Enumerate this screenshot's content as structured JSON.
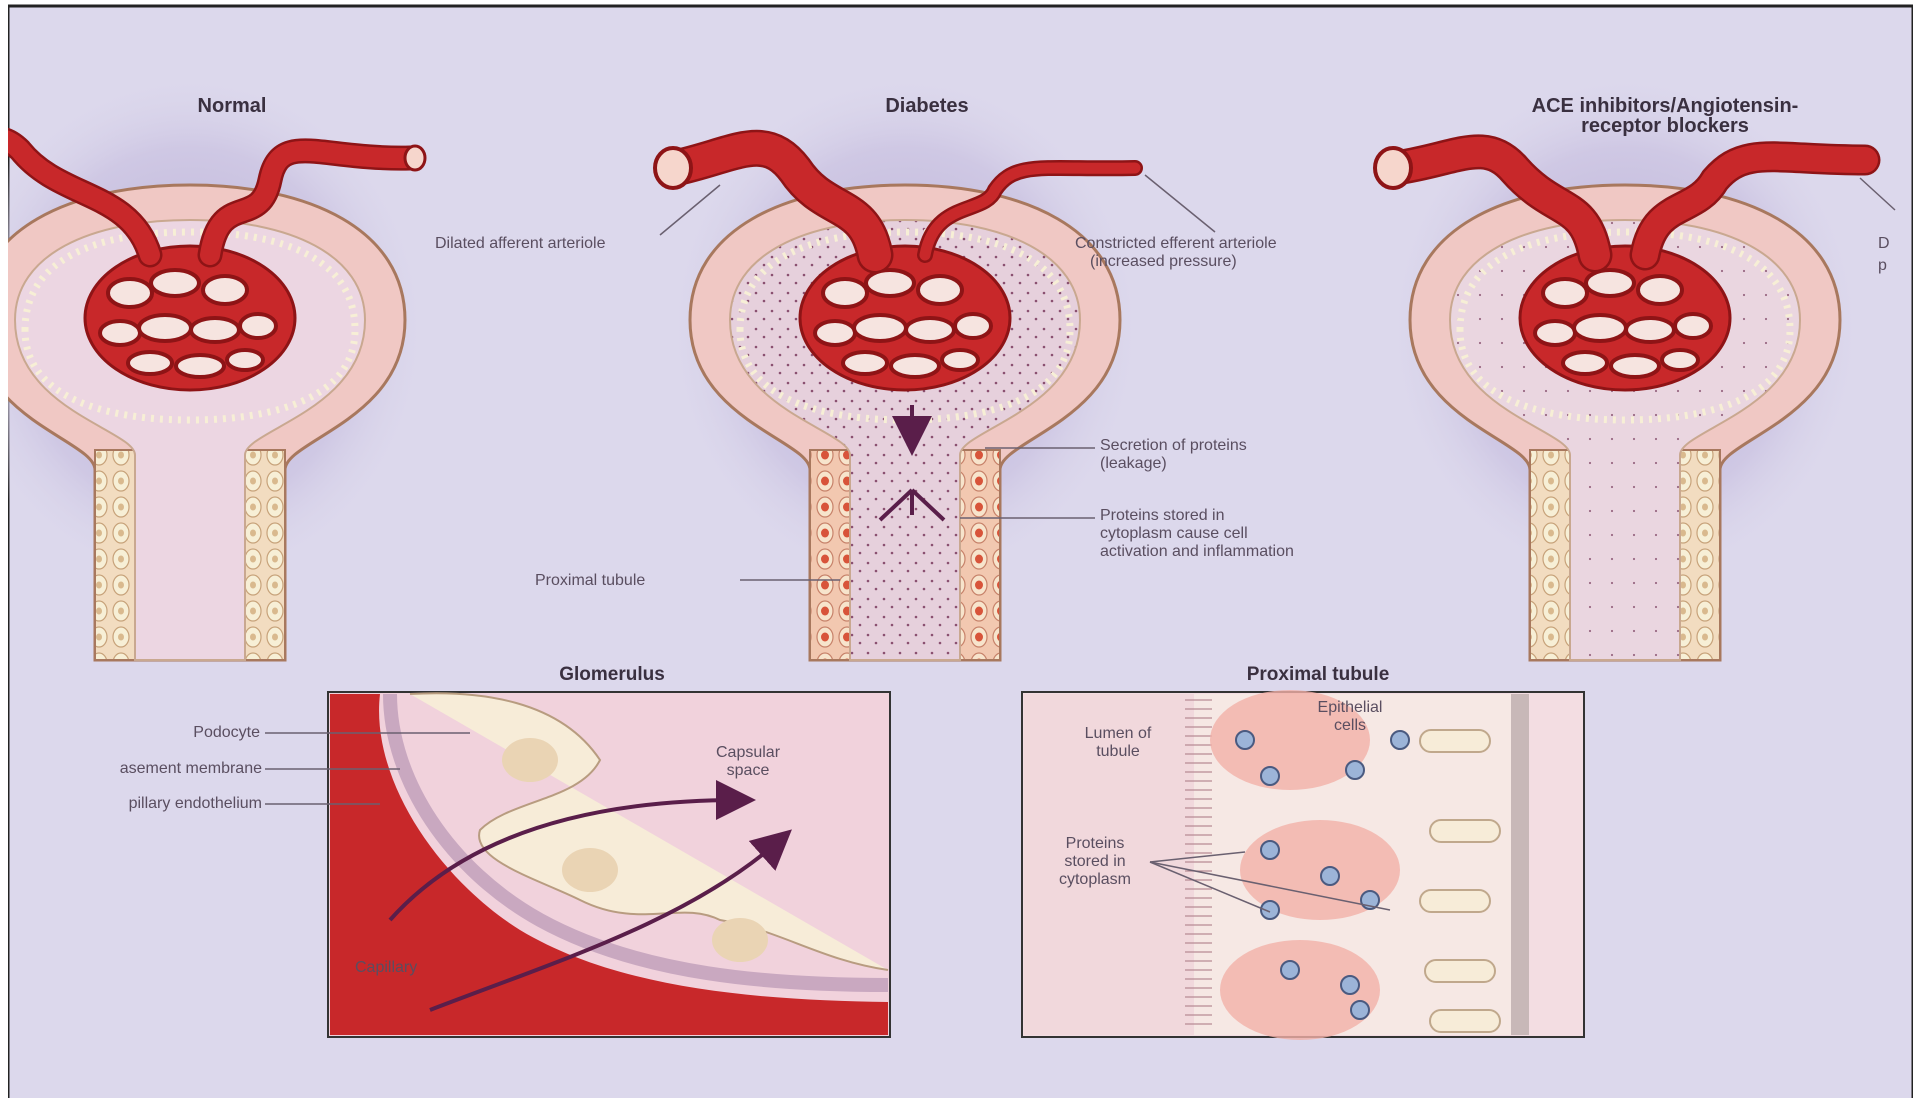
{
  "panels": {
    "normal": "Normal",
    "diabetes": "Diabetes",
    "ace_line1": "ACE inhibitors/Angiotensin-",
    "ace_line2": "receptor blockers"
  },
  "labels": {
    "dilated_afferent": "Dilated afferent arteriole",
    "constricted_efferent_1": "Constricted efferent arteriole",
    "constricted_efferent_2": "(increased pressure)",
    "secretion_1": "Secretion of proteins",
    "secretion_2": "(leakage)",
    "stored_1": "Proteins stored in",
    "stored_2": "cytoplasm cause cell",
    "stored_3": "activation and inflammation",
    "proximal_tubule_label": "Proximal tubule",
    "ace_cut_1": "D",
    "ace_cut_2": "p"
  },
  "insets": {
    "glomerulus": {
      "title": "Glomerulus",
      "podocyte": "Podocyte",
      "basement": "asement membrane",
      "endothelium": "pillary endothelium",
      "capsular_1": "Capsular",
      "capsular_2": "space",
      "capillary": "Capillary"
    },
    "tubule": {
      "title": "Proximal tubule",
      "lumen_1": "Lumen of",
      "lumen_2": "tubule",
      "epithelial_1": "Epithelial",
      "epithelial_2": "cells",
      "proteins_1": "Proteins",
      "proteins_2": "stored in",
      "proteins_3": "cytoplasm"
    }
  },
  "colors": {
    "background": "#dcd8ec",
    "vessel": "#c8282a",
    "vessel_light": "#e06a5c",
    "capsule": "#f0c8c4",
    "cell_fill": "#f6ecd4",
    "tubule_lumen": "#e8d2da",
    "arrow": "#5a1e4a",
    "label_line": "#6a6070"
  }
}
